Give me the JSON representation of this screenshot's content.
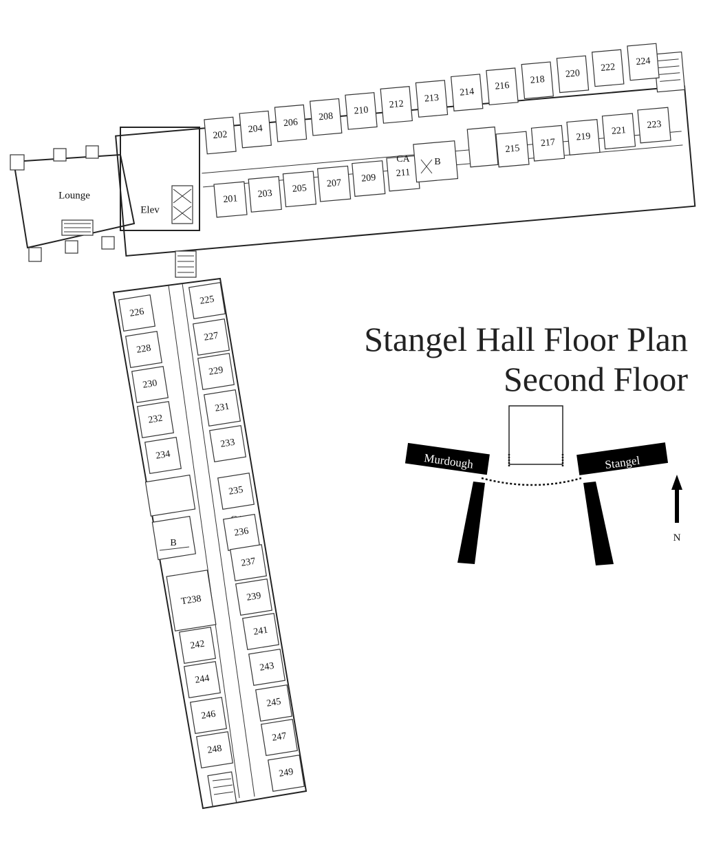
{
  "title": {
    "line1": "Stangel Hall Floor Plan",
    "line2": "Second Floor"
  },
  "labels": {
    "lounge": "Lounge",
    "elevator": "Elev",
    "ca_north": "CA",
    "bath_north": "B",
    "ca_west": "CA",
    "bath_west": "B"
  },
  "rooms_north_top": [
    "202",
    "204",
    "206",
    "208",
    "210",
    "212",
    "213",
    "214",
    "216",
    "218",
    "220",
    "222",
    "224"
  ],
  "rooms_north_bottom_west": [
    "201",
    "203",
    "205",
    "207",
    "209",
    "211"
  ],
  "rooms_north_bottom_east": [
    "215",
    "217",
    "219",
    "221",
    "223"
  ],
  "rooms_west_left": [
    "226",
    "228",
    "230",
    "232",
    "234",
    "T238",
    "242",
    "244",
    "246",
    "248"
  ],
  "rooms_west_right": [
    "225",
    "227",
    "229",
    "231",
    "233",
    "235",
    "236",
    "237",
    "239",
    "241",
    "243",
    "245",
    "247",
    "249"
  ],
  "key_map": {
    "wing_left": "Murdough",
    "wing_right": "Stangel",
    "north": "N"
  }
}
